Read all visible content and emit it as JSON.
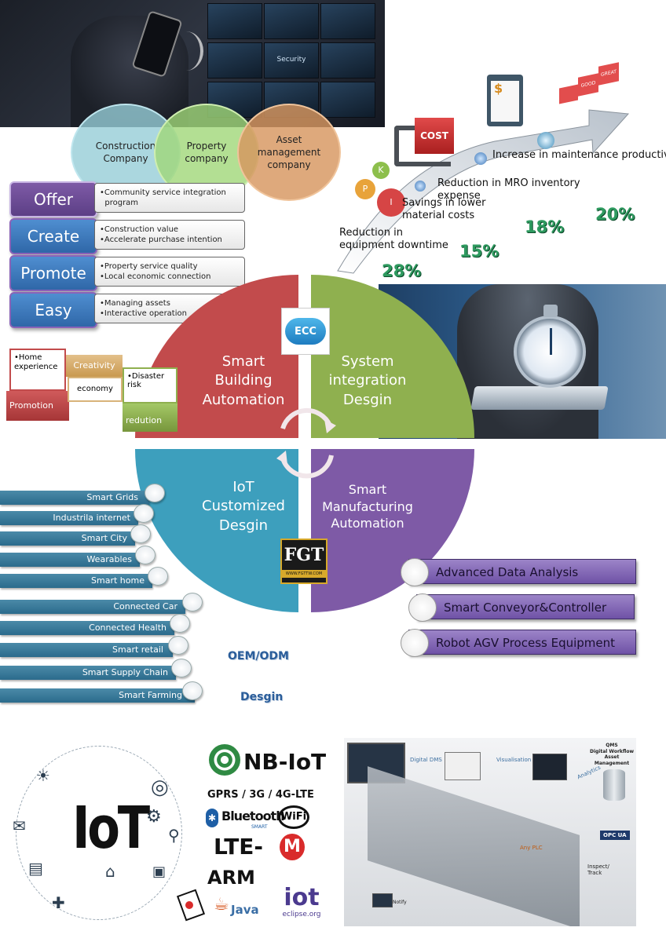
{
  "venn": {
    "construction": "Construction\nCompany",
    "property": "Property\ncompany",
    "asset": "Asset\nmanagement\ncompany"
  },
  "top_photo": {
    "tile_label": "Security"
  },
  "strategy": [
    {
      "label": "Offer",
      "lines": [
        "•Community service integration",
        "  program"
      ]
    },
    {
      "label": "Create",
      "lines": [
        "•Construction value",
        "•Accelerate purchase intention"
      ]
    },
    {
      "label": "Promote",
      "lines": [
        "•Property service quality",
        "•Local economic connection"
      ]
    },
    {
      "label": "Easy",
      "lines": [
        "•Managing assets",
        "•Interactive operation"
      ]
    }
  ],
  "growth": {
    "items": [
      {
        "text": "Reduction in\nequipment downtime",
        "pct": "28%"
      },
      {
        "text": "Savings in lower\nmaterial costs",
        "pct": "15%"
      },
      {
        "text": "Reduction in MRO inventory\nexpense",
        "pct": "18%"
      },
      {
        "text": "Increase in maintenance productivity",
        "pct": "20%"
      }
    ],
    "cost_label": "COST",
    "gear_letters": [
      "K",
      "P",
      "I"
    ],
    "doc_symbol": "$",
    "block_labels": [
      "GOOD",
      "GREAT"
    ]
  },
  "quadrants": {
    "q1": "Smart\nBuilding\nAutomation",
    "q2": "System\nintegration\nDesgin",
    "q3": "IoT\nCustomized\nDesgin",
    "q4": "Smart\nManufacturing\nAutomation"
  },
  "logos": {
    "ecc": "ECC",
    "fgt": "FGT",
    "fgt_url": "WWW.FGTTW.COM"
  },
  "building_blocks": [
    {
      "top": "•Home\n experience",
      "bottom": "Promotion"
    },
    {
      "top": "Creativity",
      "bottom": "economy"
    },
    {
      "top": "•Disaster risk",
      "bottom": "redution"
    }
  ],
  "iot_list": [
    "Smart Grids",
    "Industrila internet",
    "Smart City",
    "Wearables",
    "Smart home",
    "Connected Car",
    "Connected Health",
    "Smart retail",
    "Smart Supply Chain",
    "Smart Farming"
  ],
  "manufacturing": [
    "Advanced Data Analysis",
    "Smart Conveyor&Controller",
    "Robot AGV Process Equipment"
  ],
  "oem": "OEM/ODM",
  "design_word": "Desgin",
  "iot_panel": {
    "big": "IoT",
    "nbiot": "NB-IoT",
    "gprs": "GPRS / 3G / 4G-LTE",
    "bluetooth": "Bluetooth",
    "bluetooth_sub": "SMART",
    "wifi": "WiFi",
    "lte": "LTE-",
    "lte_m": "M",
    "arm": "ARM",
    "java": "Java",
    "iot_small": "iot",
    "eclipse": "eclipse.org"
  },
  "factory": {
    "qms": "QMS\nDigital Workflow\nAsset Management",
    "digital_dms": "Digital DMS",
    "visualisation": "Visualisation",
    "analytics": "Analytics",
    "opcua": "OPC UA",
    "anyplc": "Any PLC",
    "inspect": "Inspect/\nTrack",
    "notify": "Notify"
  },
  "colors": {
    "q1": "#c24b4c",
    "q2": "#8fb04f",
    "q3": "#3d9fbd",
    "q4": "#7e5aa6",
    "strategy_fill": "#4a7fc1",
    "strategy_border": "#7b55a6",
    "pct": "#2e9a5f"
  }
}
